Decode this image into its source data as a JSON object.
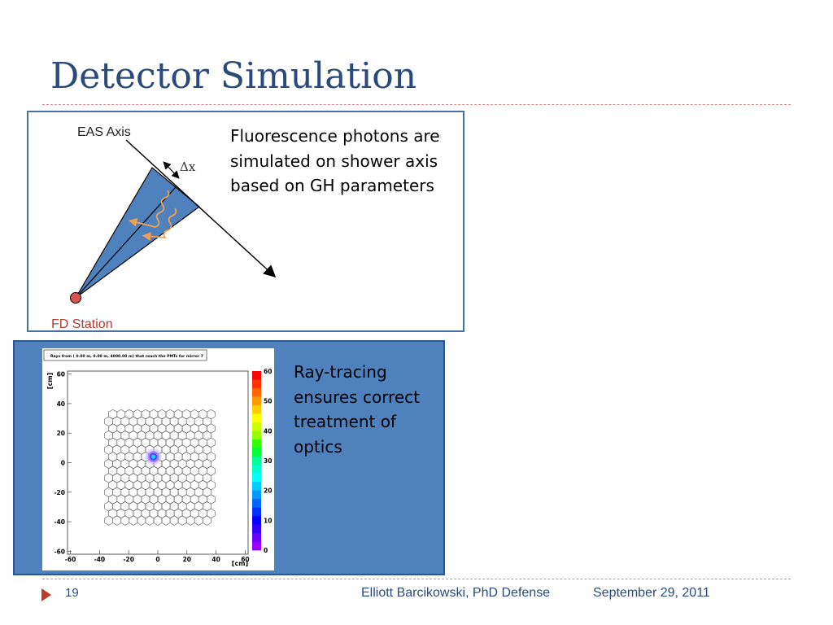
{
  "slide": {
    "title": "Detector Simulation",
    "number": "19",
    "author": "Elliott Barcikowski, PhD Defense",
    "date": "September 29, 2011"
  },
  "diagram": {
    "axis_label": "EAS Axis",
    "station_label": "FD Station",
    "delta_label": "Δx",
    "description": "Fluorescence photons are simulated on shower axis based on GH parameters"
  },
  "ray_panel": {
    "description": "Ray-tracing ensures correct treatment of optics",
    "plot_title": "Rays from ( 0.00 m,  0.00 m, 4000.00 m) that reach the PMTs for mirror 7",
    "y_unit": "[cm]",
    "x_unit": "[cm]",
    "x_ticks": [
      "-60",
      "-40",
      "-20",
      "0",
      "20",
      "40",
      "60"
    ],
    "y_ticks": [
      "60",
      "40",
      "20",
      "0",
      "-20",
      "-40",
      "-60"
    ],
    "colorbar_ticks": [
      "60",
      "50",
      "40",
      "30",
      "20",
      "10",
      "0"
    ]
  },
  "colors": {
    "title": "#2b4a7c",
    "accent_blue": "#4f81bd",
    "dash": "#d98b8b",
    "footer_arrow": "#c0392b",
    "station_red": "#b23a2e"
  }
}
